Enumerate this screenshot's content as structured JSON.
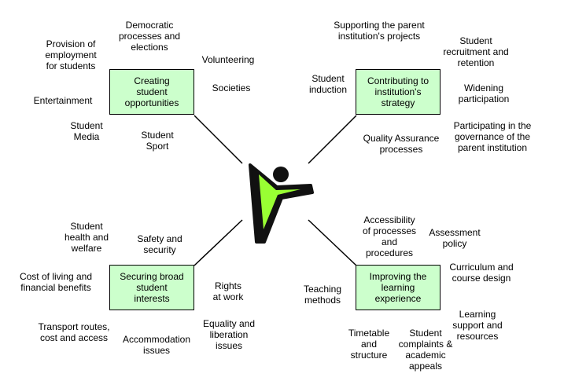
{
  "colors": {
    "box_fill": "#ccffcc",
    "line": "#000000",
    "logo_body": "#111111",
    "logo_accent": "#99ff33"
  },
  "icons": {
    "center": "leaping-figure-logo"
  },
  "quadrants": {
    "top_left": {
      "box": "Creating\nstudent\nopportunities",
      "items": {
        "democratic": "Democratic\nprocesses and\nelections",
        "employment": "Provision of\nemployment\nfor students",
        "volunteering": "Volunteering",
        "societies": "Societies",
        "entertainment": "Entertainment",
        "media": "Student\nMedia",
        "sport": "Student\nSport"
      }
    },
    "top_right": {
      "box": "Contributing to\ninstitution's\nstrategy",
      "items": {
        "projects": "Supporting the parent\ninstitution's projects",
        "recruitment": "Student\nrecruitment and\nretention",
        "induction": "Student\ninduction",
        "widening": "Widening\nparticipation",
        "governance": "Participating in the\ngovernance of the\nparent institution",
        "quality": "Quality Assurance\nprocesses"
      }
    },
    "bottom_left": {
      "box": "Securing broad\nstudent\ninterests",
      "items": {
        "health": "Student\nhealth and\nwelfare",
        "safety": "Safety and\nsecurity",
        "cost_living": "Cost of living and\nfinancial benefits",
        "rights": "Rights\nat work",
        "transport": "Transport routes,\ncost and access",
        "equality": "Equality and\nliberation\nissues",
        "accommodation": "Accommodation\nissues"
      }
    },
    "bottom_right": {
      "box": "Improving the\nlearning\nexperience",
      "items": {
        "accessibility": "Accessibility\nof processes\nand\nprocedures",
        "assessment": "Assessment\npolicy",
        "curriculum": "Curriculum and\ncourse design",
        "teaching": "Teaching\nmethods",
        "learning_support": "Learning\nsupport and\nresources",
        "timetable": "Timetable\nand\nstructure",
        "complaints": "Student\ncomplaints &\nacademic\nappeals"
      }
    }
  }
}
